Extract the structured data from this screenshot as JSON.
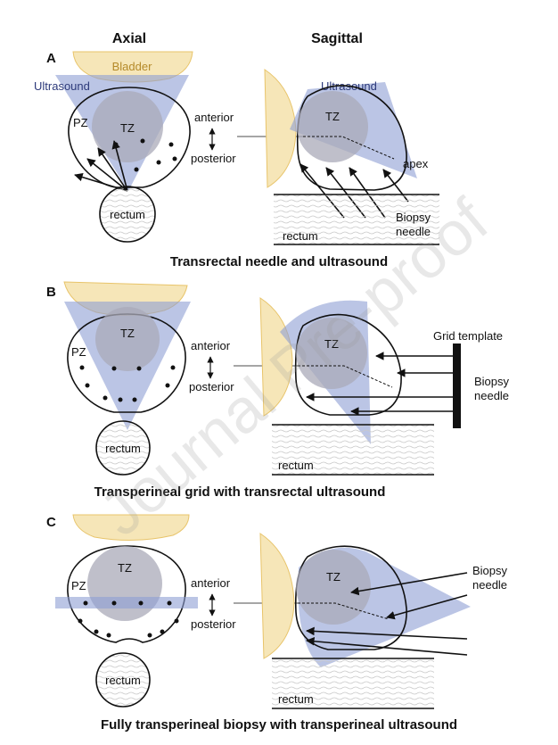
{
  "headers": {
    "axial": "Axial",
    "sagittal": "Sagittal"
  },
  "panels": [
    "A",
    "B",
    "C"
  ],
  "labels": {
    "bladder": "Bladder",
    "ultrasound": "Ultrasound",
    "tz": "TZ",
    "pz": "PZ",
    "anterior": "anterior",
    "posterior": "posterior",
    "rectum": "rectum",
    "apex": "apex",
    "biopsy": "Biopsy",
    "needle": "needle",
    "grid_template": "Grid template"
  },
  "captions": {
    "a": "Transrectal needle and ultrasound",
    "b": "Transperineal grid with transrectal ultrasound",
    "c": "Fully transperineal biopsy with transperineal ultrasound"
  },
  "watermark": "Journal Pre-proof",
  "colors": {
    "ultrasound": "#8e9fd3",
    "bladder": "#f6e6b8",
    "bladder_stroke": "#e8c46a",
    "tz_fill": "#a9a9b8",
    "line": "#111111"
  }
}
